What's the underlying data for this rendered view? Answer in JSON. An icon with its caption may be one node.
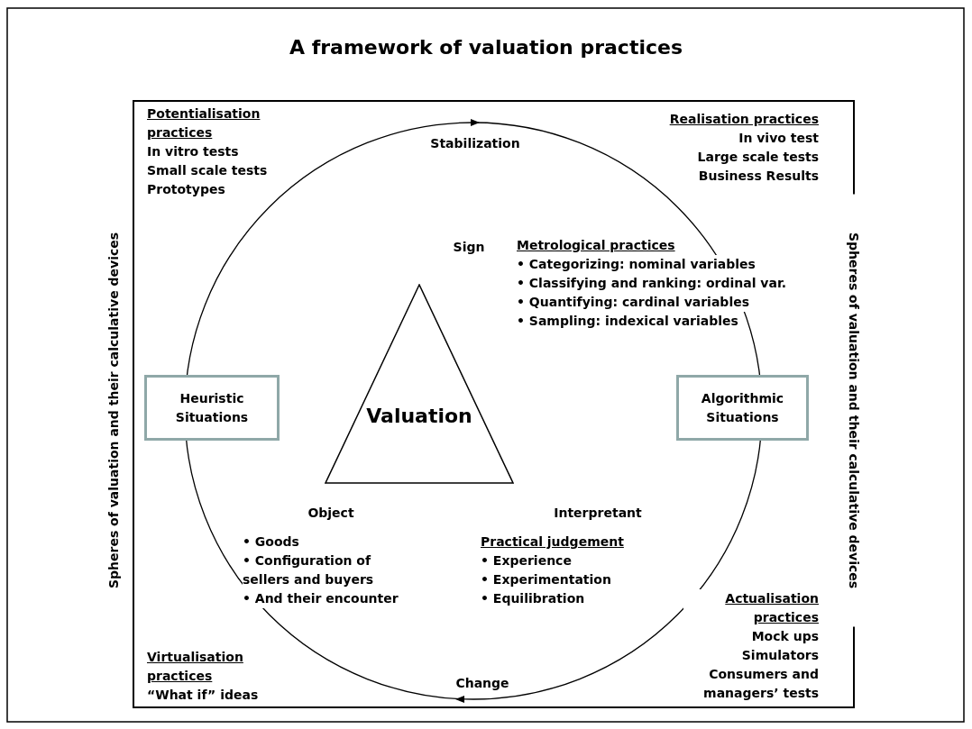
{
  "diagram": {
    "title": "A framework of valuation practices",
    "nodes": [
      {
        "text": [
          "Heuristic Situations"
        ]
      },
      {
        "text": [
          "Valuation"
        ]
      },
      {
        "text": [
          "Algorithmic Situations"
        ]
      }
    ],
    "labels": [
      "Potentialisation practices",
      "In vitro tests",
      "Small scale tests",
      "Prototypes",
      "Stabilization",
      "Realisation practices",
      "In vivo test",
      "Large scale tests",
      "Business Results",
      "Spheres of valuation and their calculative devices",
      "Spheres of valuation and their calculative devices",
      "Sign",
      "Metrological practices",
      "• Categorizing: nominal variables",
      "• Classifying and ranking: ordinal var.",
      "• Quantifying: cardinal variables",
      "• Sampling: indexical variables",
      "Object",
      "Interpretant",
      "• Goods",
      "• Configuration of sellers and buyers",
      "• And their encounter",
      "Practical judgement",
      "• Experience",
      "• Experimentation",
      "• Equilibration",
      "Actualisation practices",
      "Mock ups",
      "Simulators",
      "Consumers and managers’ tests",
      "Virtualisation practices",
      "“What if” ideas",
      "Change"
    ]
  }
}
